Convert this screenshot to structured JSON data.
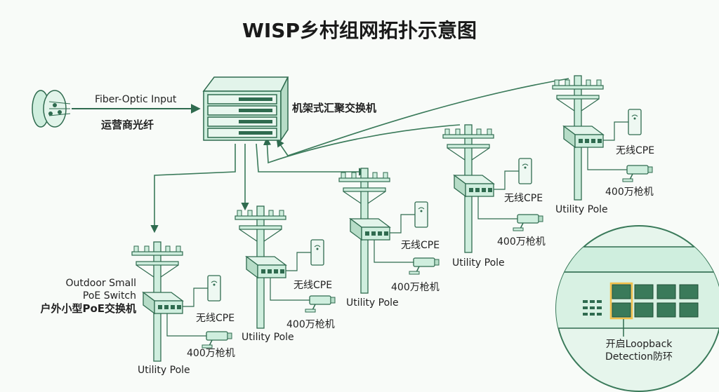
{
  "title": "WISP乡村组网拓扑示意图",
  "fiber": {
    "input_label": "Fiber-Optic Input",
    "source_label": "运营商光纤"
  },
  "core_switch": {
    "label": "机架式汇聚交换机"
  },
  "pole_label": "Utility Pole",
  "cpe_label": "无线CPE",
  "camera_label": "400万枪机",
  "poe_switch": {
    "label_en_line1": "Outdoor Small",
    "label_en_line2": "PoE Switch",
    "label_cn": "户外小型PoE交换机"
  },
  "loopback": {
    "line1": "开启Loopback",
    "line2": "Detection防环"
  },
  "colors": {
    "fill": "#cfeede",
    "stroke": "#2f6b4f",
    "line": "#3a7a5a",
    "zoom_bg": "#e6f5ec",
    "port_led": "#f2c04a"
  }
}
